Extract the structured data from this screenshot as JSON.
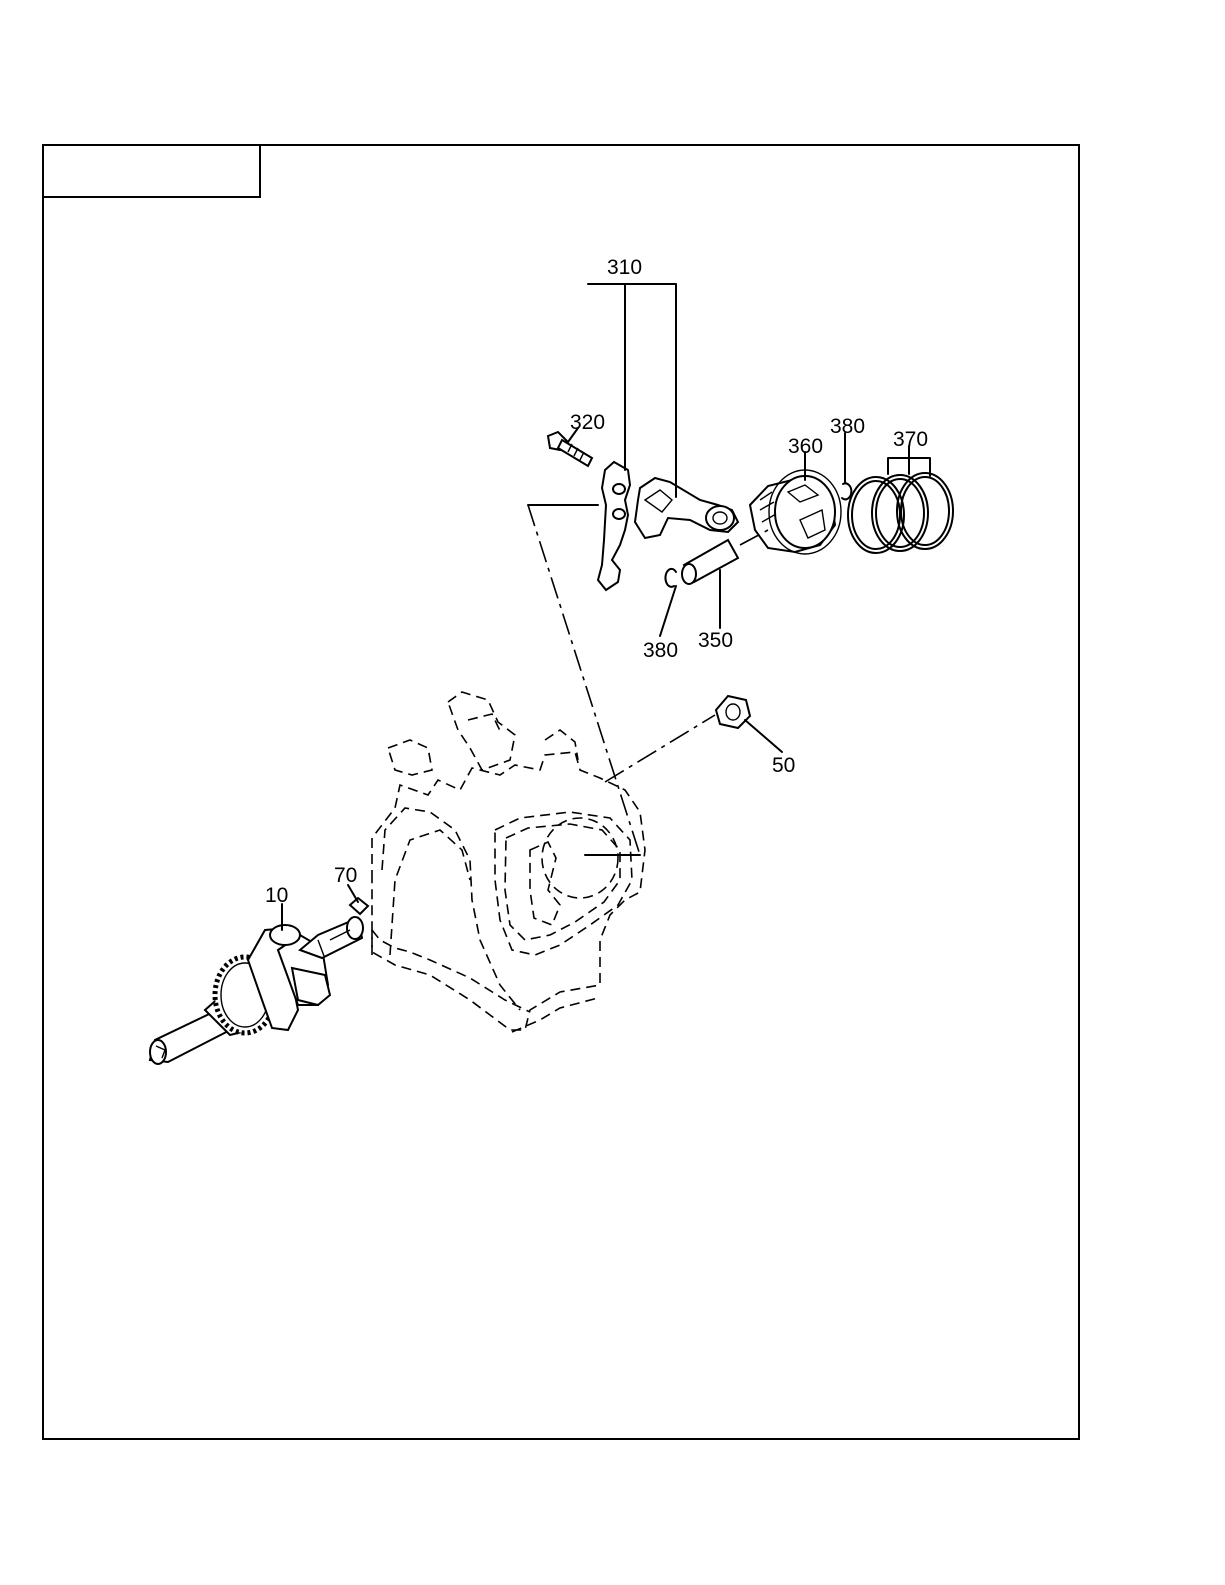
{
  "title_box": "",
  "callouts": {
    "c310": "310",
    "c320": "320",
    "c360": "360",
    "c380a": "380",
    "c370": "370",
    "c380b": "380",
    "c350": "350",
    "c50": "50",
    "c70": "70",
    "c10": "10"
  }
}
